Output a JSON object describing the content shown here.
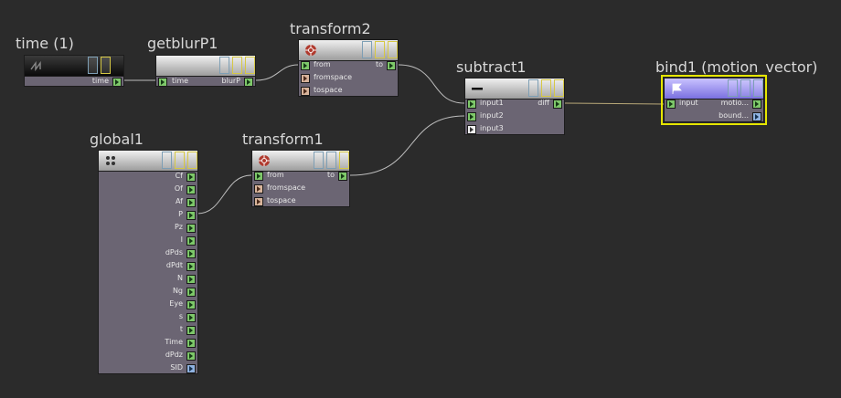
{
  "colors": {
    "background": "#2b2b2b",
    "node_body": "#6b6573",
    "wire": "#bdbdbd",
    "selected": "#e6e600"
  },
  "nodes": {
    "time1": {
      "title": "time (1)",
      "icon": "time-ramp-icon",
      "outputs": [
        "time"
      ]
    },
    "getblurP1": {
      "title": "getblurP1",
      "inputs": [
        "time"
      ],
      "outputs": [
        "blurP"
      ]
    },
    "transform2": {
      "title": "transform2",
      "icon": "transform-gear-icon",
      "inputs": [
        "from",
        "fromspace",
        "tospace"
      ],
      "outputs": [
        "to"
      ]
    },
    "subtract1": {
      "title": "subtract1",
      "icon": "minus-icon",
      "inputs": [
        "input1",
        "input2",
        "input3"
      ],
      "outputs": [
        "diff"
      ]
    },
    "bind1": {
      "title": "bind1 (motion_vector)",
      "icon": "bind-flag-icon",
      "inputs": [
        "input"
      ],
      "outputs": [
        "motio...",
        "bound..."
      ]
    },
    "global1": {
      "title": "global1",
      "icon": "global-dots-icon",
      "outputs": [
        "Cf",
        "Of",
        "Af",
        "P",
        "Pz",
        "I",
        "dPds",
        "dPdt",
        "N",
        "Ng",
        "Eye",
        "s",
        "t",
        "Time",
        "dPdz",
        "SID"
      ]
    },
    "transform1": {
      "title": "transform1",
      "icon": "transform-gear-icon",
      "inputs": [
        "from",
        "fromspace",
        "tospace"
      ],
      "outputs": [
        "to"
      ]
    }
  }
}
